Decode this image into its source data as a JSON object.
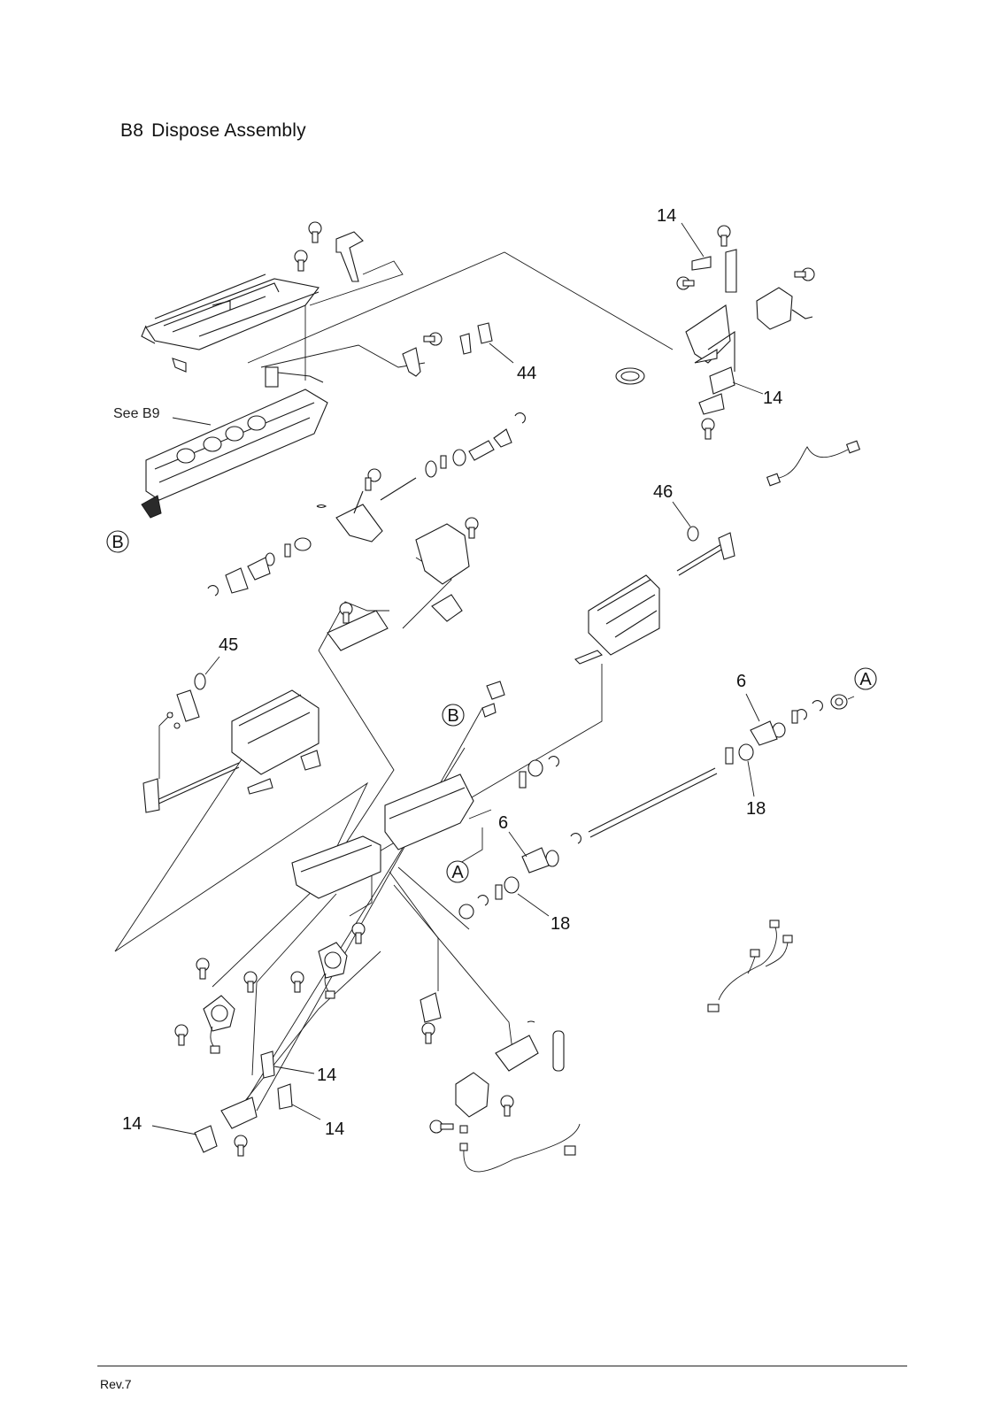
{
  "page": {
    "section_code": "B8",
    "section_title": "Dispose Assembly",
    "revision": "Rev.7"
  },
  "callouts": {
    "see_b9": "See B9",
    "ref_b_left": "B",
    "ref_b_center": "B",
    "ref_a_right": "A",
    "ref_a_center": "A",
    "n14_top": "14",
    "n14_right": "14",
    "n44": "44",
    "n46": "46",
    "n45": "45",
    "n6_right": "6",
    "n18_right": "18",
    "n6_center": "6",
    "n18_center": "18",
    "n14_bottom_a": "14",
    "n14_bottom_b": "14",
    "n14_bottom_c": "14"
  }
}
